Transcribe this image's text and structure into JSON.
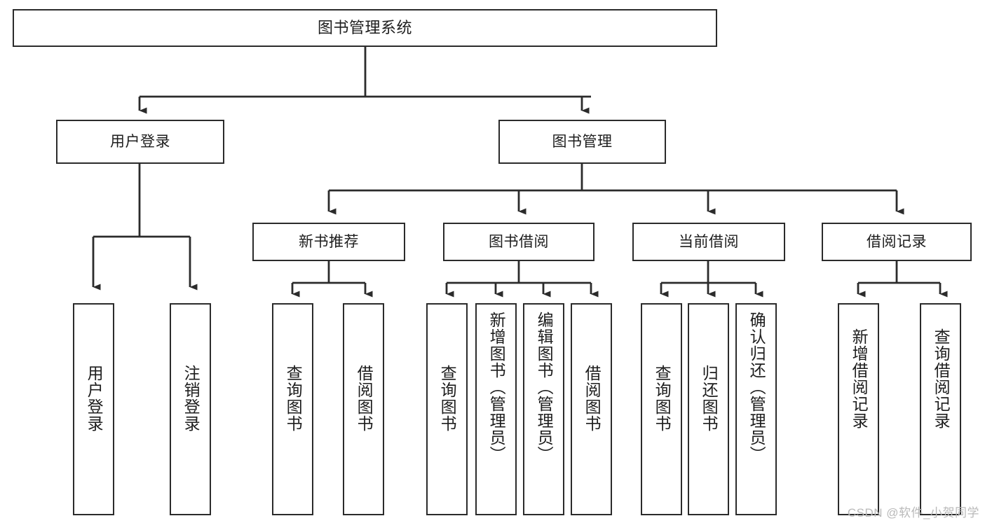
{
  "diagram": {
    "title": "图书管理系统",
    "type": "hierarchy-tree",
    "levels": 4,
    "nodes": {
      "root": {
        "label": "图书管理系统"
      },
      "level1": [
        {
          "id": "user-login",
          "label": "用户登录"
        },
        {
          "id": "book-manage",
          "label": "图书管理"
        }
      ],
      "level2": [
        {
          "id": "new-book-recommend",
          "label": "新书推荐",
          "parent": "book-manage"
        },
        {
          "id": "book-borrow",
          "label": "图书借阅",
          "parent": "book-manage"
        },
        {
          "id": "current-borrow",
          "label": "当前借阅",
          "parent": "book-manage"
        },
        {
          "id": "borrow-record",
          "label": "借阅记录",
          "parent": "book-manage"
        }
      ],
      "leaves": [
        {
          "id": "leaf-user-login",
          "label": "用户登录",
          "parent": "user-login"
        },
        {
          "id": "leaf-logout",
          "label": "注销登录",
          "parent": "user-login"
        },
        {
          "id": "leaf-query-book-1",
          "label": "查询图书",
          "parent": "new-book-recommend"
        },
        {
          "id": "leaf-borrow-book-1",
          "label": "借阅图书",
          "parent": "new-book-recommend"
        },
        {
          "id": "leaf-query-book-2",
          "label": "查询图书",
          "parent": "book-borrow"
        },
        {
          "id": "leaf-add-book",
          "label": "新增图书（管理员）",
          "parent": "book-borrow"
        },
        {
          "id": "leaf-edit-book",
          "label": "编辑图书（管理员）",
          "parent": "book-borrow"
        },
        {
          "id": "leaf-borrow-book-2",
          "label": "借阅图书",
          "parent": "book-borrow"
        },
        {
          "id": "leaf-query-book-3",
          "label": "查询图书",
          "parent": "current-borrow"
        },
        {
          "id": "leaf-return-book",
          "label": "归还图书",
          "parent": "current-borrow"
        },
        {
          "id": "leaf-confirm-return",
          "label": "确认归还（管理员）",
          "parent": "current-borrow"
        },
        {
          "id": "leaf-add-record",
          "label": "新增借阅记录",
          "parent": "borrow-record"
        },
        {
          "id": "leaf-query-record",
          "label": "查询借阅记录",
          "parent": "borrow-record"
        }
      ]
    },
    "watermark": "CSDN @软件_小贺同学",
    "colors": {
      "stroke": "#2b2b2b",
      "fill": "#ffffff",
      "text": "#1d1d1d",
      "watermark": "#b9b9b9"
    }
  }
}
